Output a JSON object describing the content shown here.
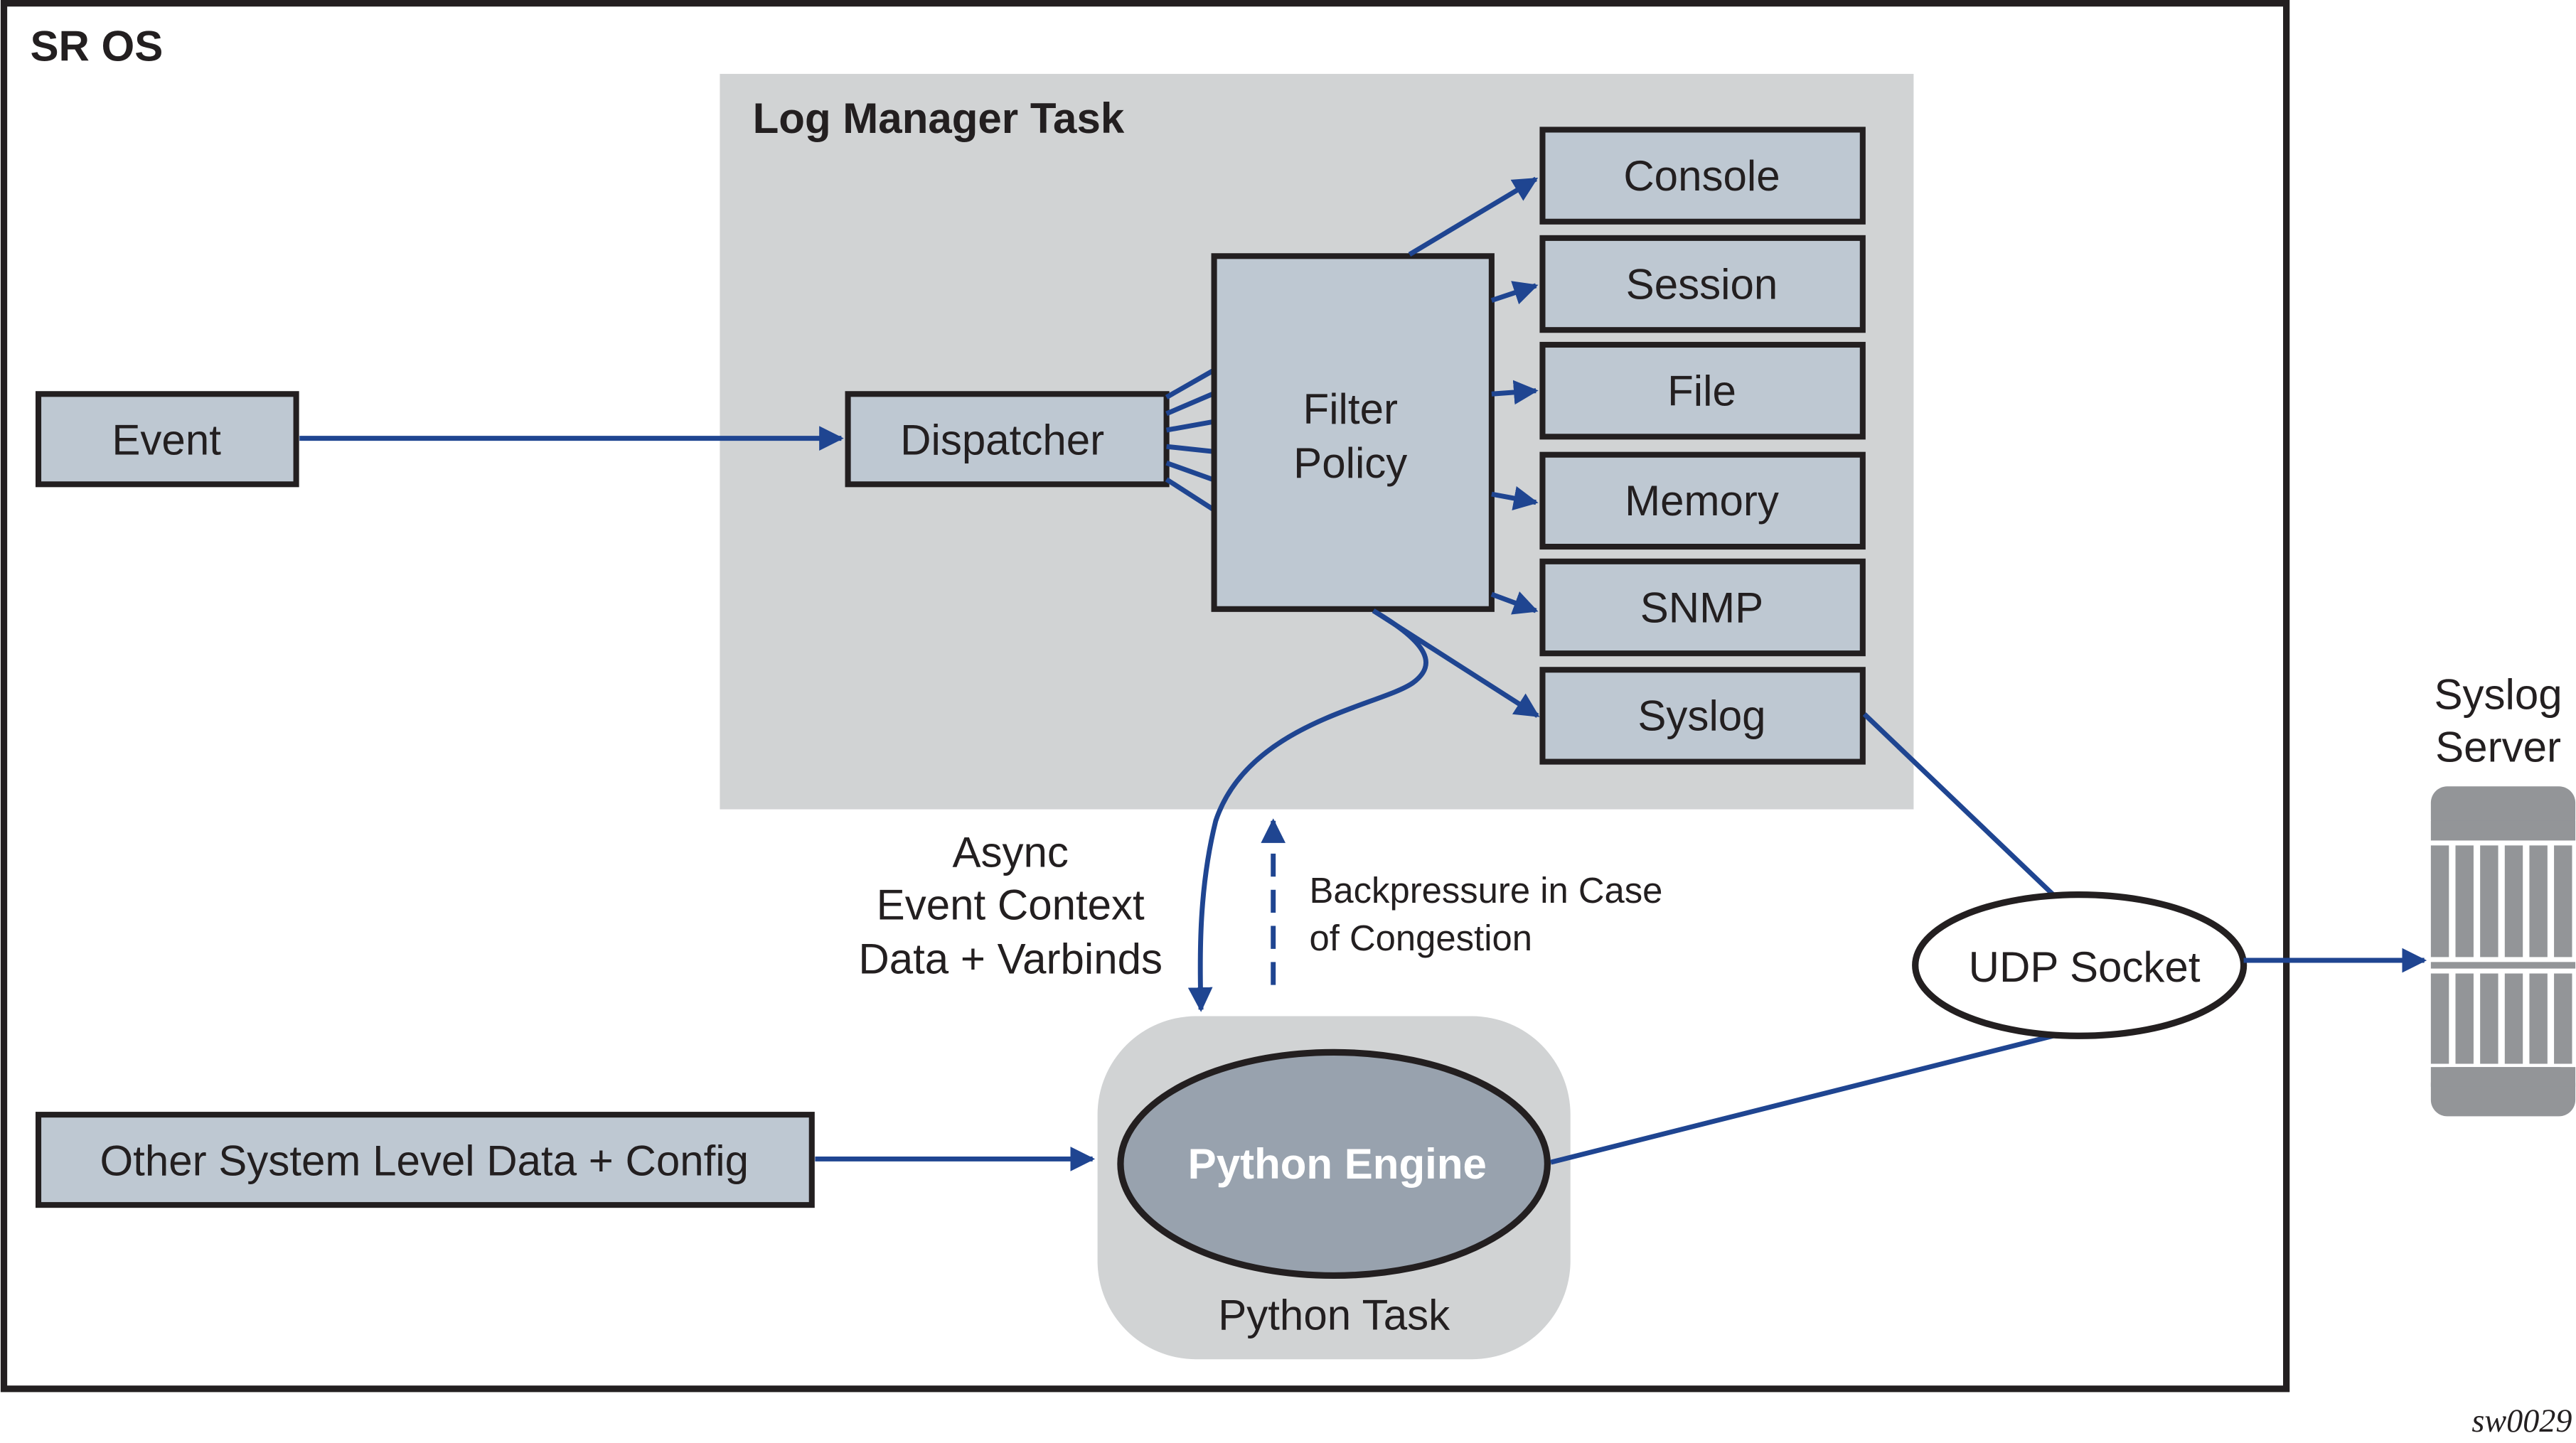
{
  "diagram": {
    "container_title": "SR OS",
    "log_manager": {
      "title": "Log Manager Task",
      "dispatcher": "Dispatcher",
      "filter_policy": [
        "Filter",
        "Policy"
      ],
      "outputs": [
        "Console",
        "Session",
        "File",
        "Memory",
        "SNMP",
        "Syslog"
      ]
    },
    "event": "Event",
    "other_data": "Other System Level Data + Config",
    "async_label": [
      "Async",
      "Event Context",
      "Data + Varbinds"
    ],
    "backpressure_label": [
      "Backpressure in Case",
      "of Congestion"
    ],
    "python_engine": "Python Engine",
    "python_task": "Python Task",
    "udp_socket": "UDP Socket",
    "syslog_server": [
      "Syslog",
      "Server"
    ],
    "figure_id": "sw0029",
    "colors": {
      "arrow": "#1f4591",
      "box_fill": "#bec8d2",
      "task_bg": "#d1d3d4",
      "engine_fill": "#98a2ae",
      "server_fill": "#939598",
      "outline": "#231f20"
    }
  }
}
